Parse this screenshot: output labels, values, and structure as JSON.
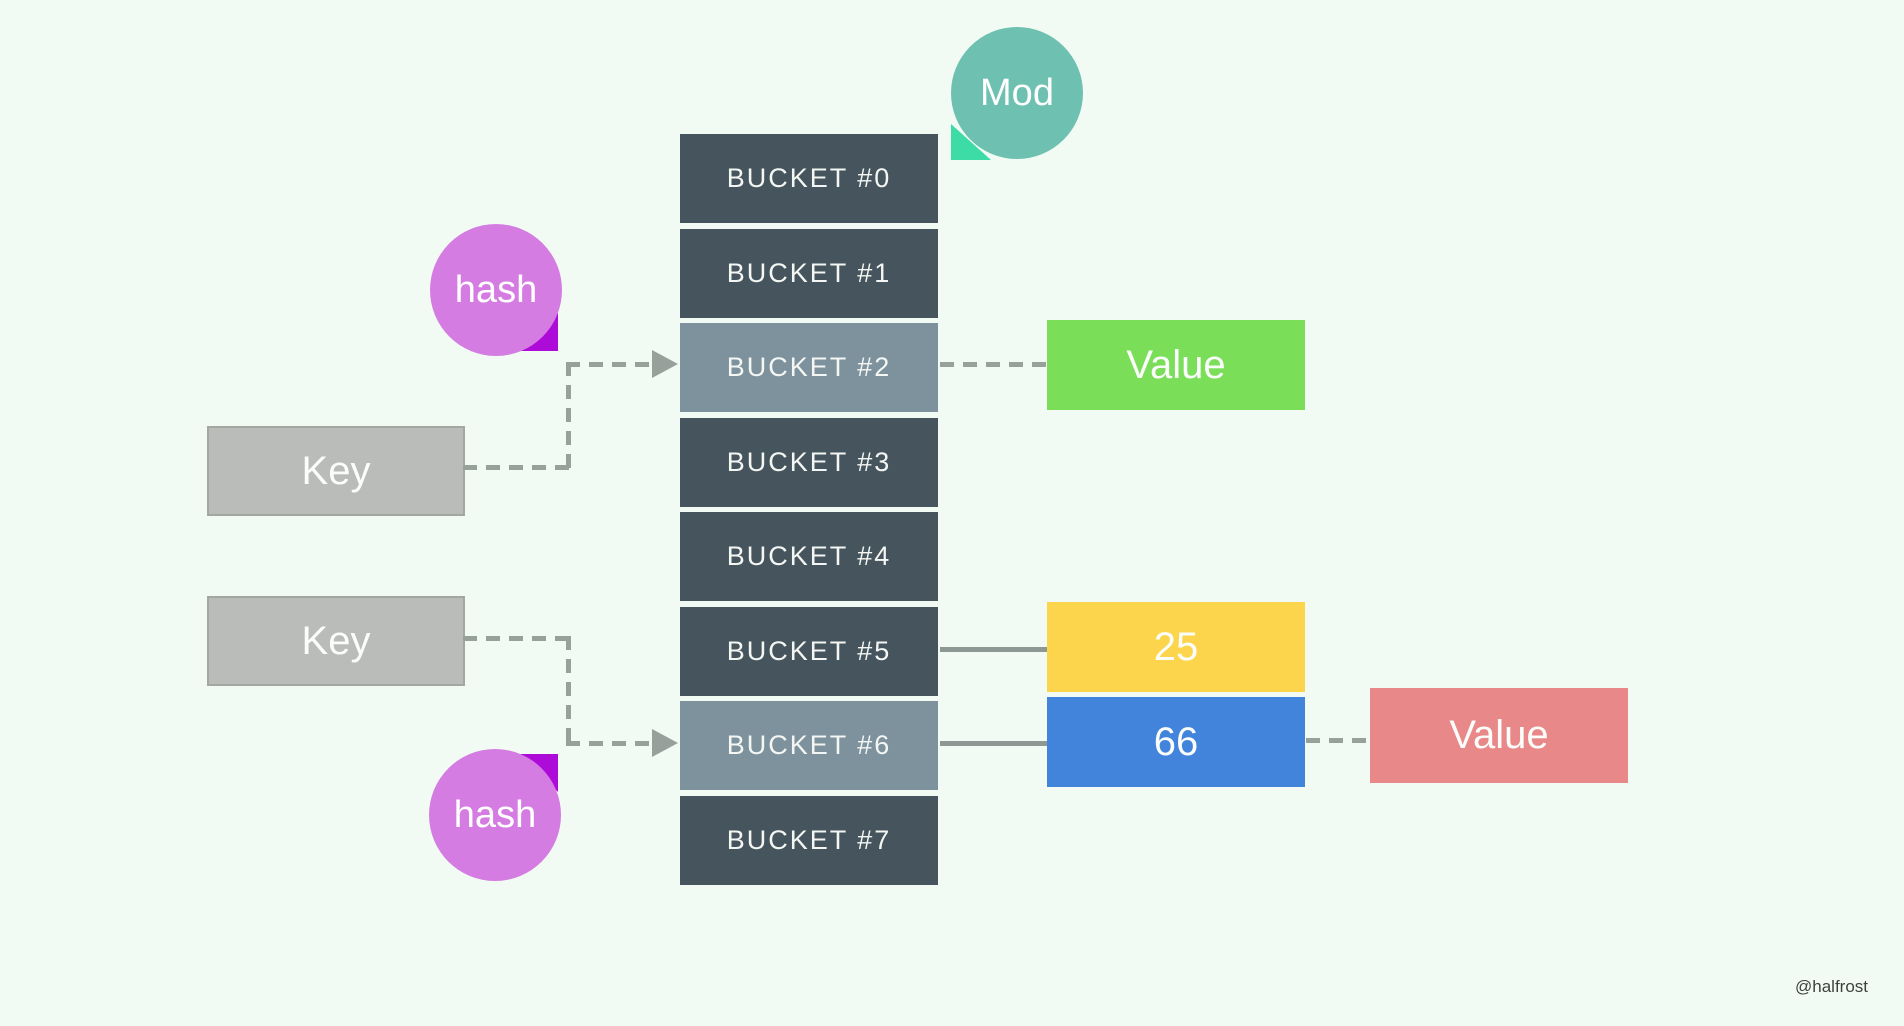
{
  "diagram": "hash-table-bucket-mapping",
  "bubbles": {
    "mod": {
      "label": "Mod",
      "color": "#6ec0b0",
      "tail_color": "#3ddca7"
    },
    "hash_top": {
      "label": "hash",
      "color": "#d57ce2",
      "tail_color": "#ad0bd8"
    },
    "hash_bottom": {
      "label": "hash",
      "color": "#d57ce2",
      "tail_color": "#ad0bd8"
    }
  },
  "keys": {
    "key_top": {
      "label": "Key"
    },
    "key_bottom": {
      "label": "Key"
    },
    "color": "#b9bcb9"
  },
  "buckets": {
    "dark_color": "#46555d",
    "light_color": "#7e929d",
    "items": [
      {
        "label": "BUCKET #0",
        "highlighted": false
      },
      {
        "label": "BUCKET #1",
        "highlighted": false
      },
      {
        "label": "BUCKET #2",
        "highlighted": true
      },
      {
        "label": "BUCKET #3",
        "highlighted": false
      },
      {
        "label": "BUCKET #4",
        "highlighted": false
      },
      {
        "label": "BUCKET #5",
        "highlighted": false
      },
      {
        "label": "BUCKET #6",
        "highlighted": true
      },
      {
        "label": "BUCKET #7",
        "highlighted": false
      }
    ]
  },
  "values": {
    "value_top": {
      "label": "Value",
      "color": "#7ade59"
    },
    "entry_25": {
      "label": "25",
      "color": "#fdd54c"
    },
    "entry_66": {
      "label": "66",
      "color": "#4284db"
    },
    "value_bottom": {
      "label": "Value",
      "color": "#e98888"
    }
  },
  "connectors": {
    "dashed_color": "#98a09c",
    "solid_color": "#8d9793",
    "links": [
      "key_top -> hash -> bucket #2 (dashed arrow)",
      "key_bottom -> hash -> bucket #6 (dashed arrow)",
      "bucket #2 -> value_top (dashed)",
      "bucket #5 -> entry_25 (solid)",
      "bucket #6 -> entry_66 (solid)",
      "entry_66 -> value_bottom (dashed)"
    ]
  },
  "watermark": "@halfrost",
  "canvas": {
    "background": "#f1fbf3"
  }
}
